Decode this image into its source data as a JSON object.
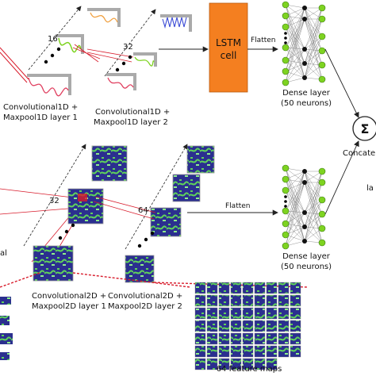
{
  "labels": {
    "conv1d_layer1_line1": "Convolutional1D +",
    "conv1d_layer1_line2": "Maxpool1D layer 1",
    "conv1d_layer2_line1": "Convolutional1D +",
    "conv1d_layer2_line2": "Maxpool1D layer 2",
    "conv1d_count1": "16",
    "conv1d_count2": "32",
    "lstm_line1": "LSTM",
    "lstm_line2": "cell",
    "flatten_top": "Flatten",
    "dense_top_line1": "Dense layer",
    "dense_top_line2": "(50 neurons)",
    "sum_symbol": "Σ",
    "concat_partial": "Concaten",
    "partial_right": "la",
    "conv2d_count1": "32",
    "conv2d_count2": "64",
    "flatten_bottom": "Flatten",
    "dense_bottom_line1": "Dense layer",
    "dense_bottom_line2": "(50 neurons)",
    "partial_left": "al",
    "conv2d_layer1_line1": "Convolutional2D +",
    "conv2d_layer1_line2": "Maxpool2D layer 1",
    "conv2d_layer2_line1": "Convolutional2D +",
    "conv2d_layer2_line2": "Maxpool2D layer 2",
    "feature_maps": "64 feature maps"
  },
  "colors": {
    "lstm_fill": "#f47f20",
    "neuron_fill": "#7ed321",
    "neuron_stroke": "#3a7a12",
    "arrow": "#222222",
    "projection_red": "#d81c2c",
    "feature_map_bg": "#2b2f8f",
    "feature_map_green": "#5fd35a"
  }
}
